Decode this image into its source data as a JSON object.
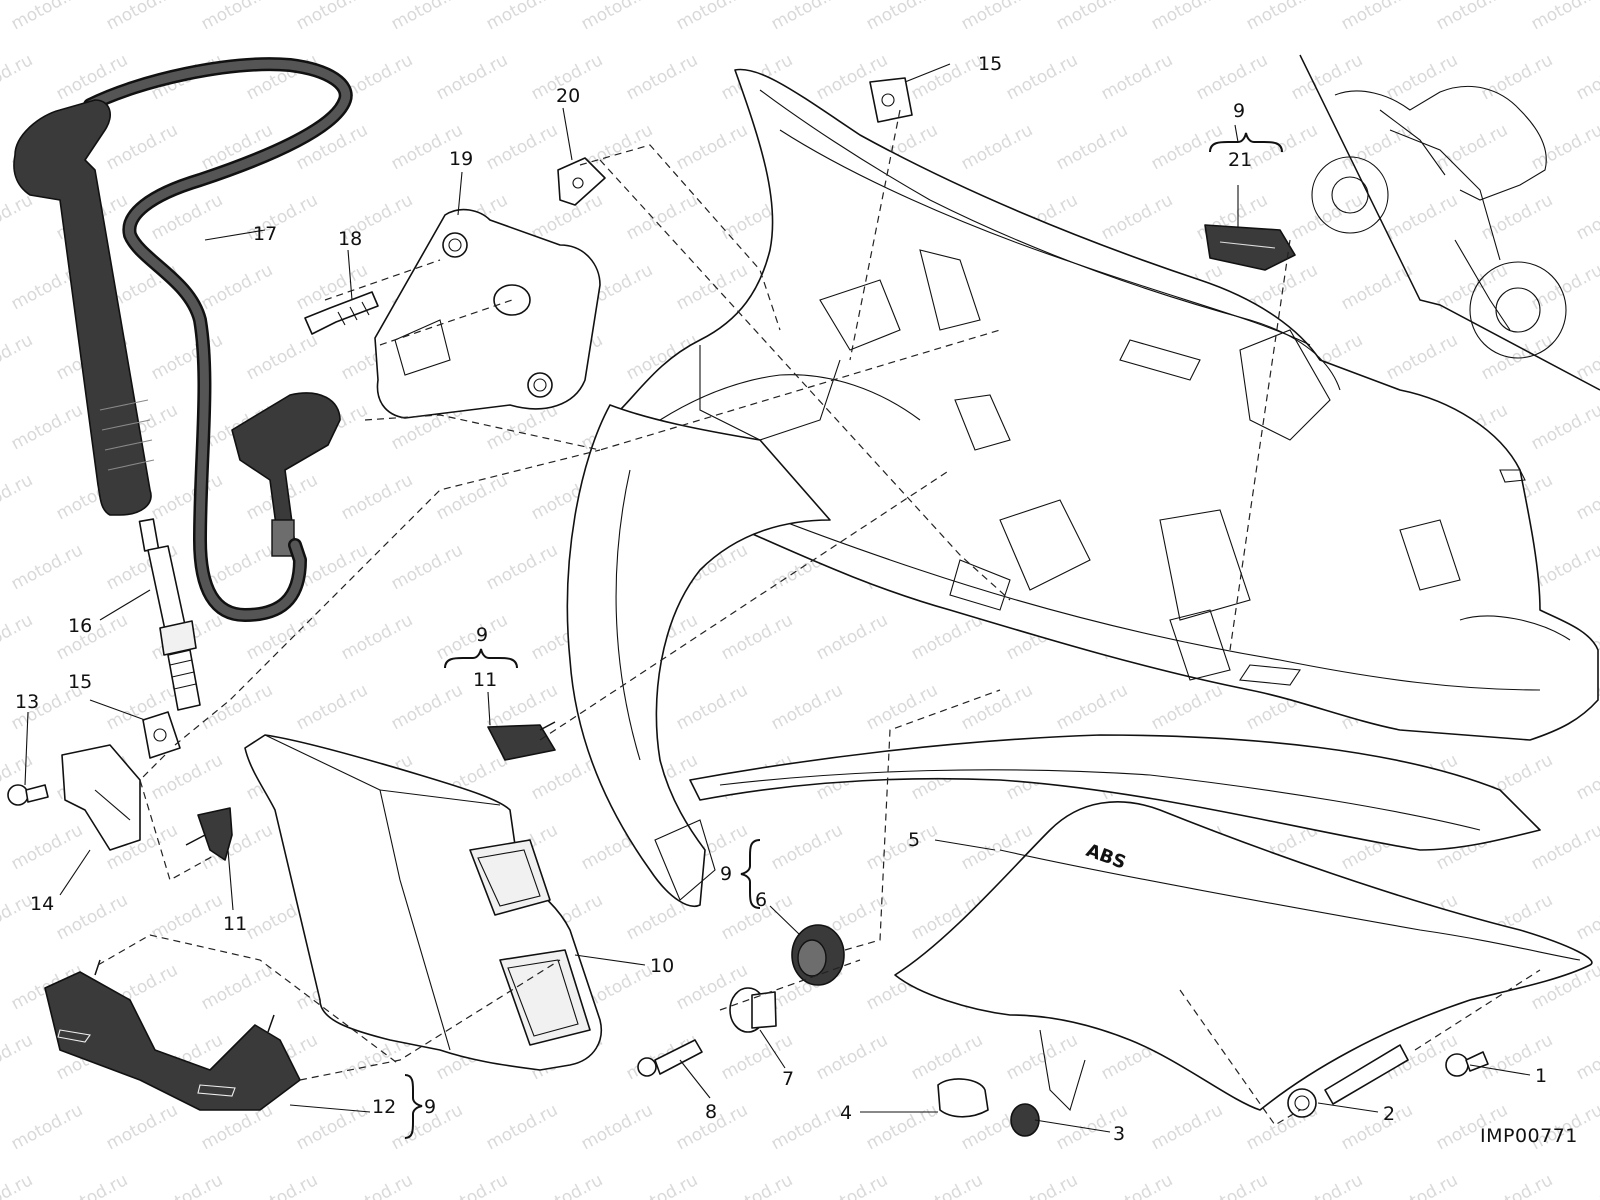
{
  "watermark": "motod.ru",
  "diagram_code": "IMP00771",
  "engraved_text": "ABS",
  "callouts": {
    "c1": "1",
    "c2": "2",
    "c3": "3",
    "c4": "4",
    "c5": "5",
    "c6": "6",
    "c7": "7",
    "c8": "8",
    "c9a": "9",
    "c9b": "9",
    "c9c": "9",
    "c9d": "9",
    "c10": "10",
    "c11a": "11",
    "c11b": "11",
    "c12": "12",
    "c13": "13",
    "c14": "14",
    "c15a": "15",
    "c15b": "15",
    "c16": "16",
    "c17": "17",
    "c18": "18",
    "c19": "19",
    "c20": "20",
    "c21": "21"
  }
}
